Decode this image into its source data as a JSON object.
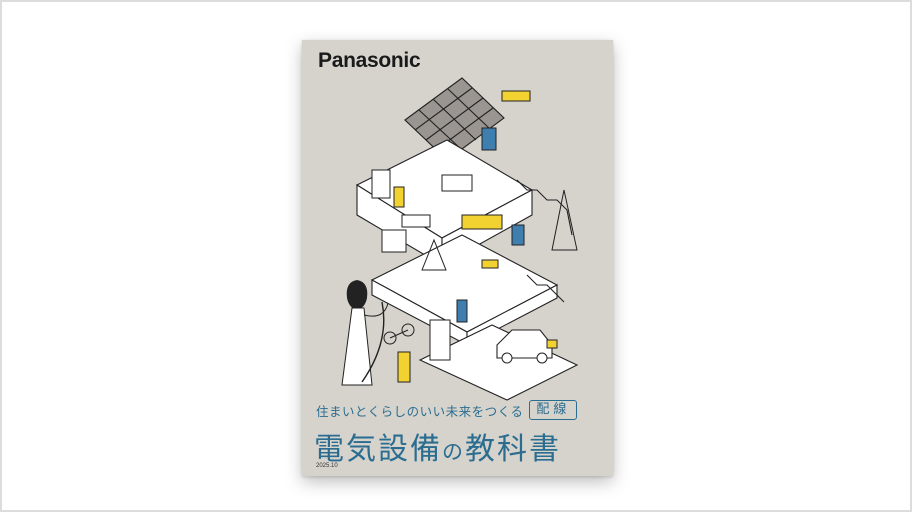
{
  "cover": {
    "brand": "Panasonic",
    "subtitle": "住まいとくらしのいい未来をつくる",
    "badge": "配線",
    "title_part1": "電気設備",
    "title_particle": "の",
    "title_part2": "教科書",
    "date": "2025.10"
  },
  "colors": {
    "background": "#d6d3cd",
    "accent_blue": "#2b6d90",
    "accent_yellow": "#f2d230"
  }
}
